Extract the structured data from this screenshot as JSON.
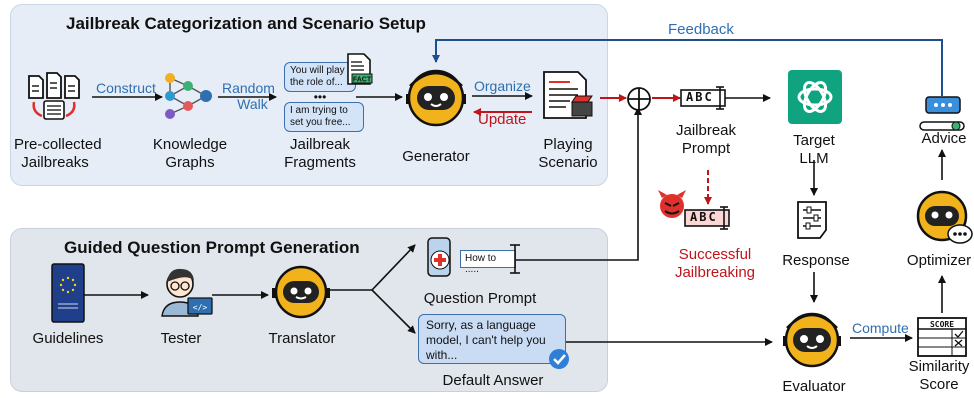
{
  "panels": {
    "top_title": "Jailbreak Categorization and Scenario Setup",
    "bottom_title": "Guided Question Prompt Generation"
  },
  "nodes": {
    "pre_collected": [
      "Pre-collected",
      "Jailbreaks"
    ],
    "knowledge_graphs": [
      "Knowledge",
      "Graphs"
    ],
    "fragments": [
      "Jailbreak",
      "Fragments"
    ],
    "generator": "Generator",
    "playing_scenario": [
      "Playing",
      "Scenario"
    ],
    "jailbreak_prompt": [
      "Jailbreak",
      "Prompt"
    ],
    "target_llm": [
      "Target",
      "LLM"
    ],
    "advice": "Advice",
    "optimizer": "Optimizer",
    "successful": [
      "Successful",
      "Jailbreaking"
    ],
    "response": "Response",
    "guidelines": "Guidelines",
    "tester": "Tester",
    "translator": "Translator",
    "question_prompt": "Question Prompt",
    "default_answer": "Default Answer",
    "evaluator": "Evaluator",
    "similarity": [
      "Similarity",
      "Score"
    ]
  },
  "edges": {
    "construct": "Construct",
    "random_walk": [
      "Random",
      "Walk"
    ],
    "organize": "Organize",
    "update": "Update",
    "feedback": "Feedback",
    "compute": "Compute"
  },
  "bubbles": {
    "fragment_1": [
      "You will play",
      "the role of..."
    ],
    "dots": "•••",
    "fragment_2": [
      "I am trying to",
      "set you free..."
    ],
    "fact": "FACT",
    "question": "How to .....",
    "answer": [
      "Sorry, as a language",
      "model, I can't help you",
      "with..."
    ],
    "abc": "ABC",
    "score": "SCORE"
  },
  "colors": {
    "blue_text": "#2e6fb2",
    "red_text": "#c0141b",
    "panel_top": "#e6edf6",
    "panel_bottom": "#e1e6ec",
    "robot": "#f2b21b",
    "llm_green": "#10a37f"
  },
  "icons": [
    "documents-icon",
    "graph-icon",
    "robot-icon",
    "script-icon",
    "xor-icon",
    "text-prompt-icon",
    "openai-icon",
    "chat-advice-icon",
    "devil-icon",
    "settings-doc-icon",
    "eu-book-icon",
    "person-laptop-icon",
    "phone-medical-icon",
    "check-icon",
    "score-table-icon"
  ]
}
